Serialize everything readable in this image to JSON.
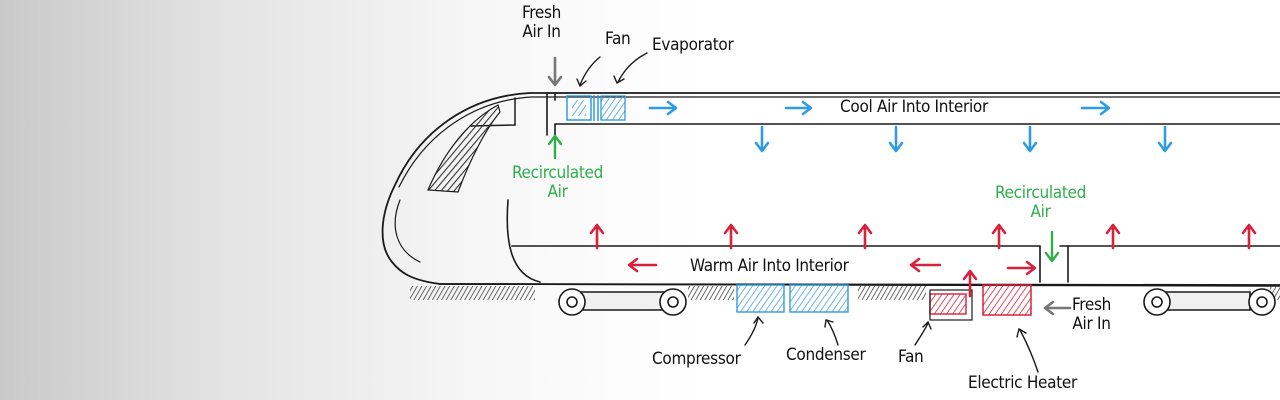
{
  "labels": {
    "fresh_air_in_top": [
      "Fresh",
      "Air In"
    ],
    "fan_top": "Fan",
    "evaporator": "Evaporator",
    "cool_air": "Cool Air Into Interior",
    "recirculated_air_left": [
      "Recirculated",
      "Air"
    ],
    "recirculated_air_right": [
      "Recirculated",
      "Air"
    ],
    "warm_air": "Warm Air Into Interior",
    "fresh_air_in_bottom": [
      "Fresh",
      "Air In"
    ],
    "compressor": "Compressor",
    "condenser": "Condenser",
    "fan_bottom": "Fan",
    "electric_heater": "Electric Heater"
  },
  "colors": {
    "cool_arrow": "#2f9be0",
    "warm_arrow": "#d8223c",
    "recirculated": "#2db04a",
    "fresh_arrow": "#777777",
    "sketch_line": "#1a1a1a"
  }
}
